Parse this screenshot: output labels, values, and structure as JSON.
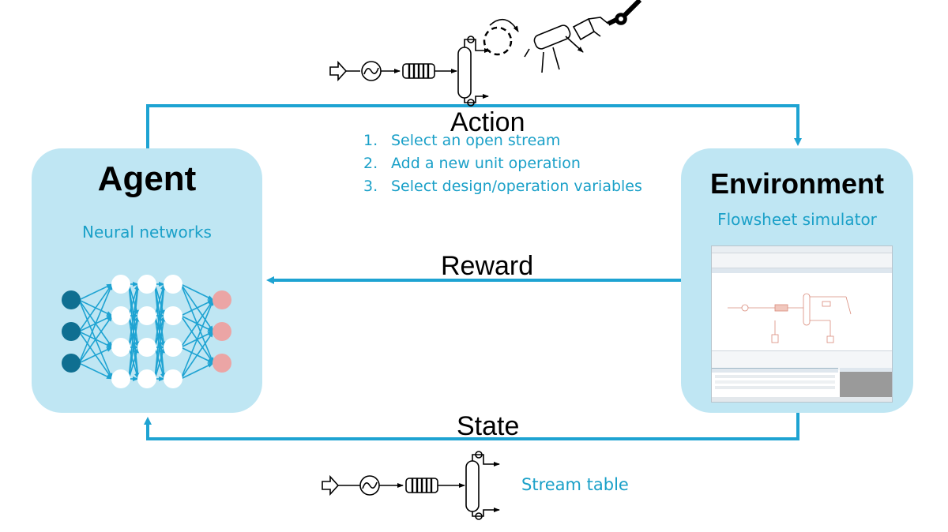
{
  "agent": {
    "title": "Agent",
    "subtitle": "Neural networks"
  },
  "environment": {
    "title": "Environment",
    "subtitle": "Flowsheet simulator"
  },
  "arrows": {
    "action": "Action",
    "reward": "Reward",
    "state": "State"
  },
  "action_steps": [
    {
      "num": "1.",
      "text": "Select an open stream"
    },
    {
      "num": "2.",
      "text": "Add a new unit operation"
    },
    {
      "num": "3.",
      "text": "Select design/operation variables"
    }
  ],
  "stream_table_label": "Stream table",
  "colors": {
    "box_fill": "#bfe6f3",
    "arrow": "#1ea3d2",
    "accent_text": "#1aa0c8",
    "input_node": "#0f6f91",
    "hidden_node": "#ffffff",
    "output_node": "#eba5a5"
  },
  "neural_network": {
    "layers": [
      3,
      4,
      4,
      4,
      3
    ]
  }
}
